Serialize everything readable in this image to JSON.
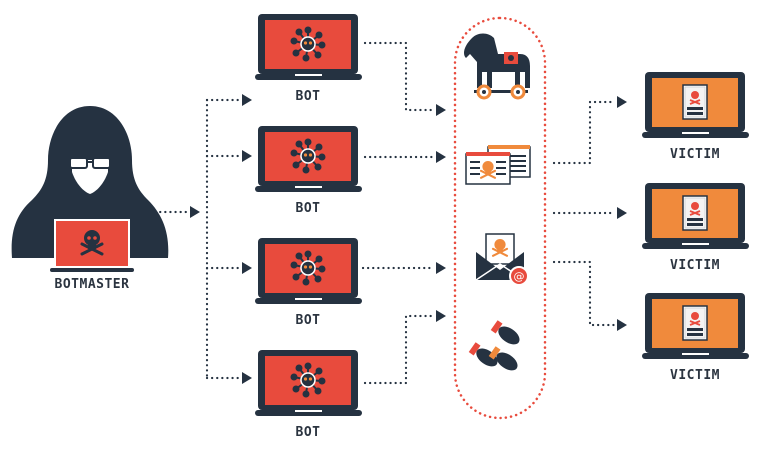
{
  "diagram": {
    "type": "botnet-attack-flow",
    "colors": {
      "dark": "#253241",
      "red": "#e84b3d",
      "orange": "#f08a3c",
      "dotted_border": "#e84b3d"
    },
    "botmaster": {
      "label": "BOTMASTER",
      "icon": "hooded-hacker-icon"
    },
    "bots": [
      {
        "label": "BOT",
        "icon": "virus-icon"
      },
      {
        "label": "BOT",
        "icon": "virus-icon"
      },
      {
        "label": "BOT",
        "icon": "virus-icon"
      },
      {
        "label": "BOT",
        "icon": "virus-icon"
      }
    ],
    "attacks": [
      {
        "name": "trojan",
        "icon": "trojan-horse-icon"
      },
      {
        "name": "malicious-web",
        "icon": "browser-windows-skull-icon"
      },
      {
        "name": "phishing-email",
        "icon": "envelope-skull-icon"
      },
      {
        "name": "ddos-bombs",
        "icon": "bombs-icon"
      }
    ],
    "victims": [
      {
        "label": "VICTIM",
        "icon": "infected-document-icon"
      },
      {
        "label": "VICTIM",
        "icon": "infected-document-icon"
      },
      {
        "label": "VICTIM",
        "icon": "infected-document-icon"
      }
    ]
  }
}
